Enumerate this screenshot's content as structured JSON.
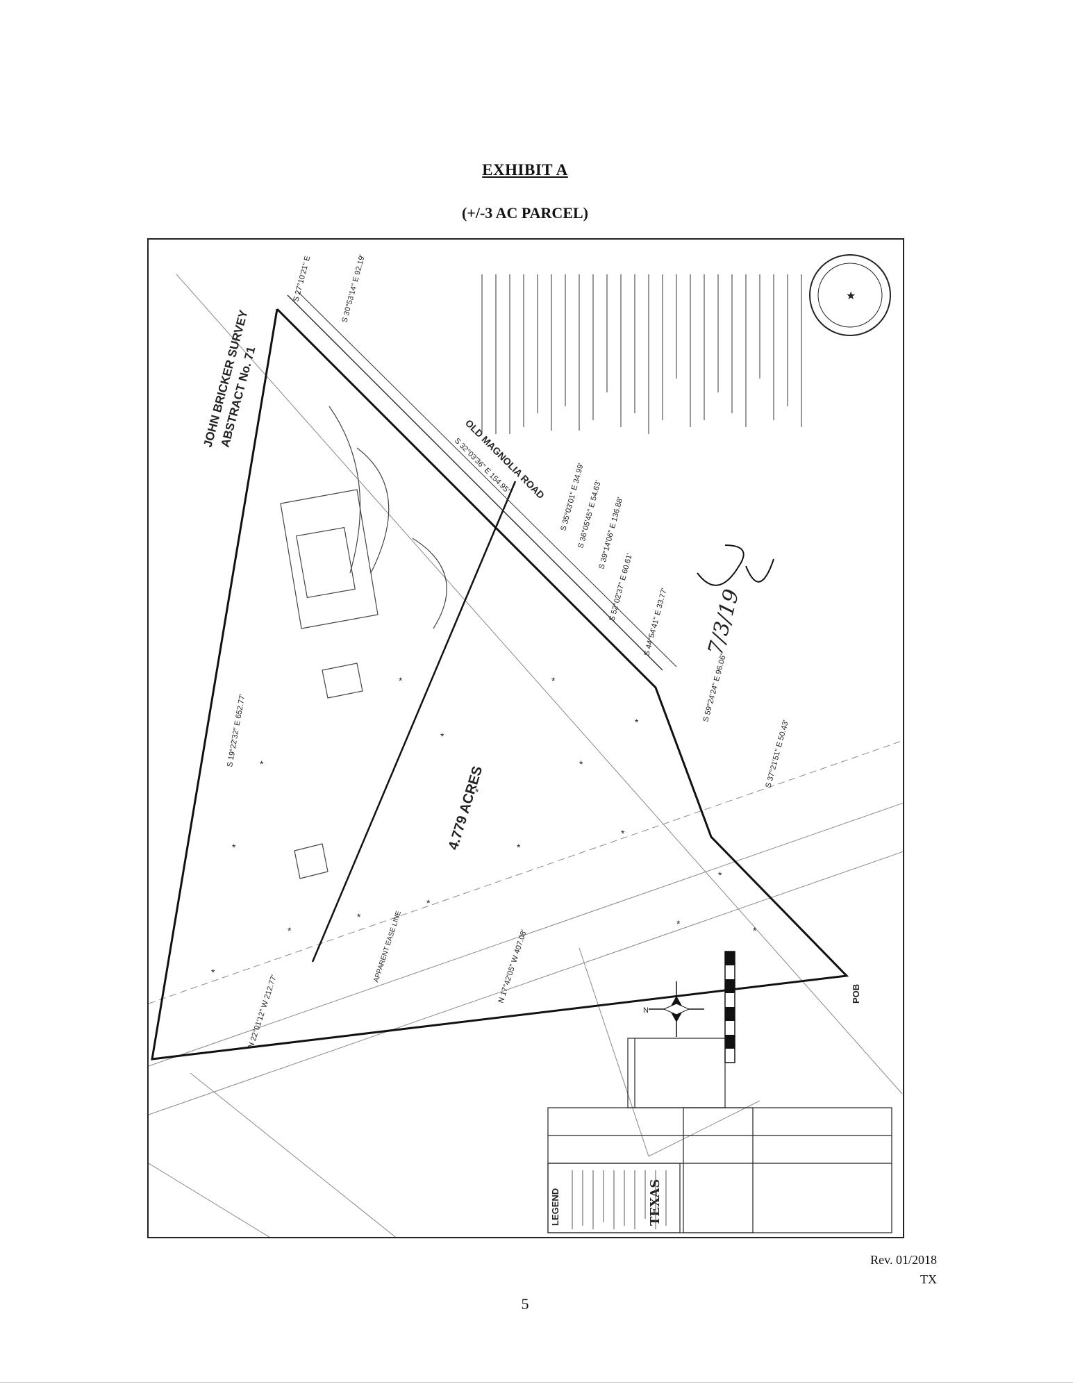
{
  "header": {
    "title": "EXHIBIT A",
    "subtitle": "(+/-3 AC PARCEL)"
  },
  "survey": {
    "survey_name": "JOHN BRICKER SURVEY",
    "abstract": "ABSTRACT No. 71",
    "road_name": "OLD MAGNOLIA ROAD",
    "acreage": "4.779 ACRES",
    "pob_label": "POB",
    "legend_title": "LEGEND",
    "logo_text": "TEXAS",
    "handwritten_note": "7/3/19",
    "bearings": {
      "west_line": "S 19°22'32\" E 652.77'",
      "road_1": "S 32°03'36\" E 154.95'",
      "road_2": "S 35°03'01\" E 34.99'",
      "road_3": "S 36°05'45\" E 54.63'",
      "road_4": "S 39°14'06\" E 136.88'",
      "road_5": "S 52°02'37\" E 60.61'",
      "road_6": "S 44°54'41\" E 33.77'",
      "road_7": "S 59°24'24\" E 96.06'",
      "road_8": "S 37°21'51\" E 50.43'",
      "top_1": "S 27°10'21\" E",
      "top_2": "S 30°53'14\" E 92.19'",
      "south_1": "N 17°42'05\" W 407.08'",
      "south_2": "N 22°01'12\" W 212.77'",
      "notes": "APPARENT EASE LINE"
    }
  },
  "footer": {
    "revision": "Rev. 01/2018",
    "state": "TX",
    "page_number": "5"
  }
}
